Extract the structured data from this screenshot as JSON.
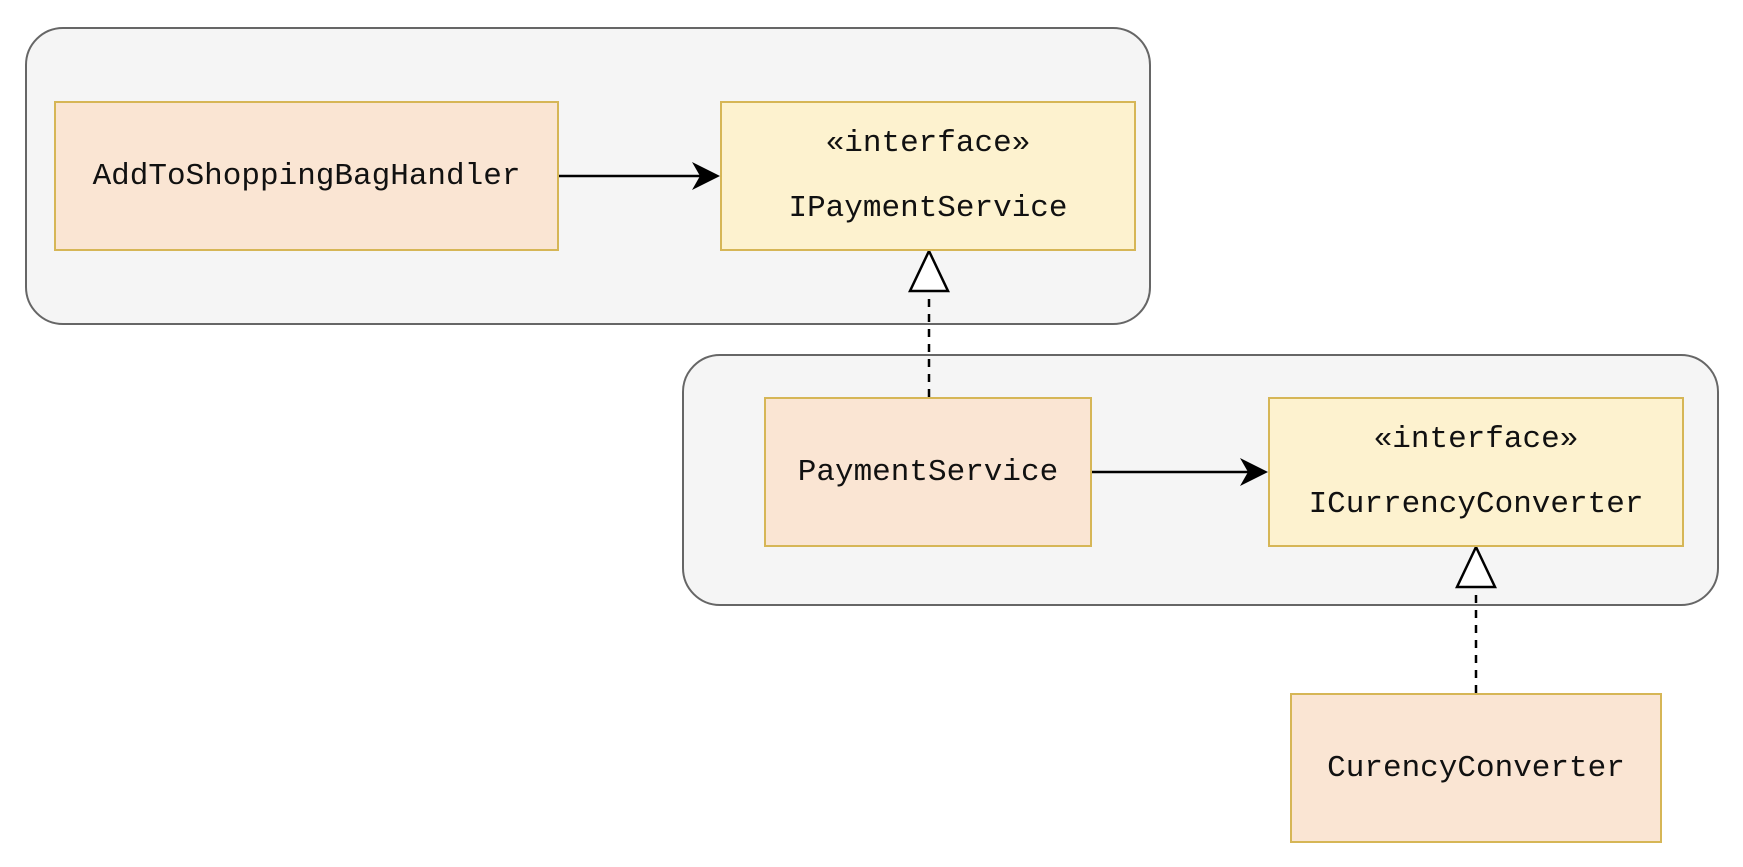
{
  "colors": {
    "group_fill": "#f5f5f5",
    "group_stroke": "#666666",
    "class_fill": "#fae5d3",
    "interface_fill": "#fdf2cf",
    "box_stroke": "#d6b656",
    "edge": "#000000"
  },
  "nodes": {
    "add_to_shopping_bag_handler": {
      "label": "AddToShoppingBagHandler"
    },
    "ipayment_service": {
      "stereotype": "«interface»",
      "label": "IPaymentService"
    },
    "payment_service": {
      "label": "PaymentService"
    },
    "icurrency_converter": {
      "stereotype": "«interface»",
      "label": "ICurrencyConverter"
    },
    "curency_converter": {
      "label": "CurencyConverter"
    }
  },
  "edges": [
    {
      "from": "AddToShoppingBagHandler",
      "to": "IPaymentService",
      "type": "dependency"
    },
    {
      "from": "PaymentService",
      "to": "IPaymentService",
      "type": "realization"
    },
    {
      "from": "PaymentService",
      "to": "ICurrencyConverter",
      "type": "dependency"
    },
    {
      "from": "CurencyConverter",
      "to": "ICurrencyConverter",
      "type": "realization"
    }
  ]
}
